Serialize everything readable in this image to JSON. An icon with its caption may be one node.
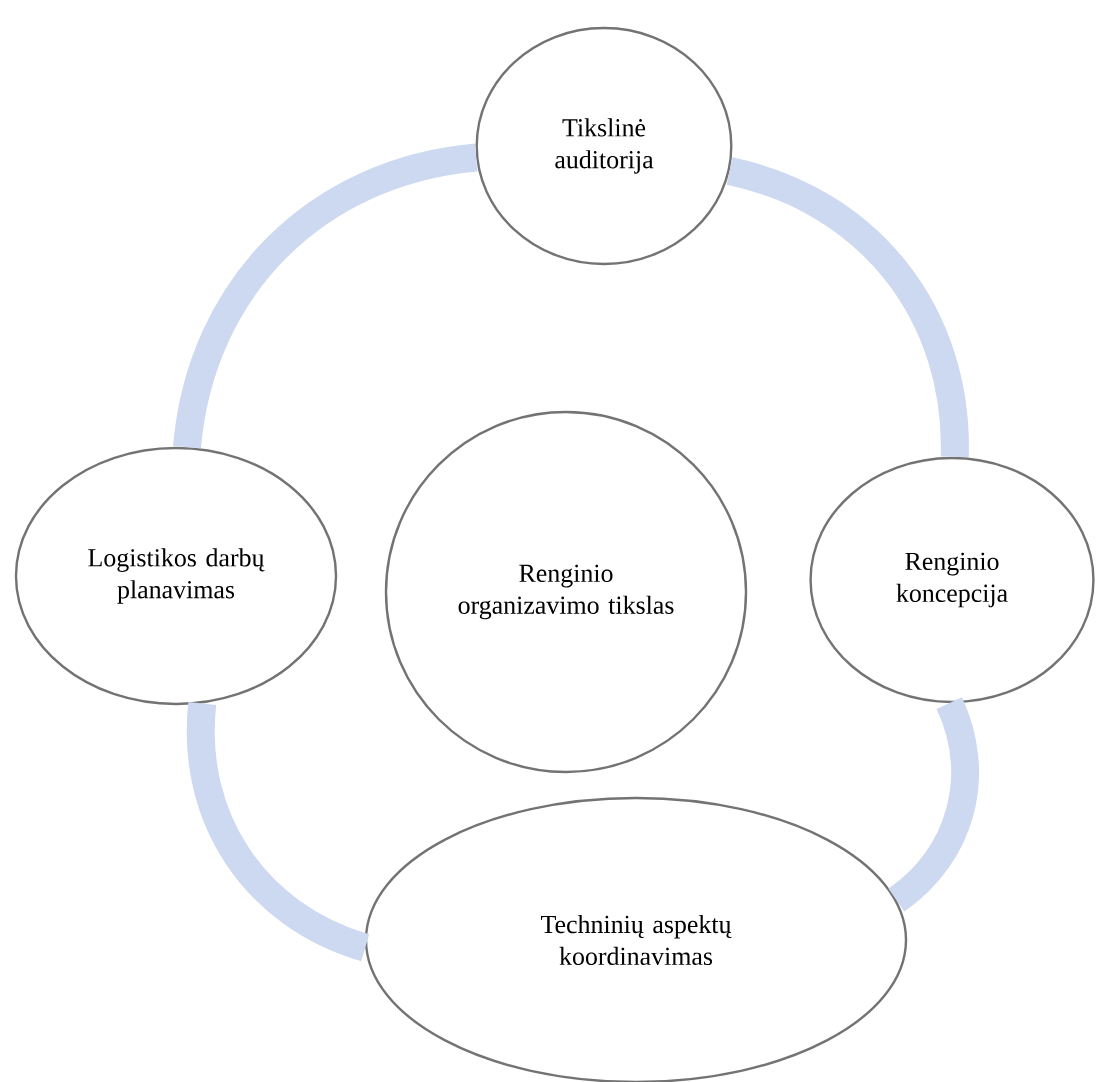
{
  "diagram": {
    "nodes": [
      {
        "text": [
          "Tikslinė auditorija"
        ]
      },
      {
        "text": [
          "Logistikos darbų planavimas"
        ]
      },
      {
        "text": [
          "Renginio organizavimo tikslas"
        ]
      },
      {
        "text": [
          "Renginio koncepcija"
        ]
      },
      {
        "text": [
          "Techninių aspektų koordinavimas"
        ]
      }
    ],
    "edges": [
      {
        "from": 0,
        "to": 3,
        "arrow": "none"
      },
      {
        "from": 3,
        "to": 4,
        "arrow": "none"
      },
      {
        "from": 4,
        "to": 1,
        "arrow": "none"
      },
      {
        "from": 1,
        "to": 0,
        "arrow": "none"
      }
    ]
  }
}
